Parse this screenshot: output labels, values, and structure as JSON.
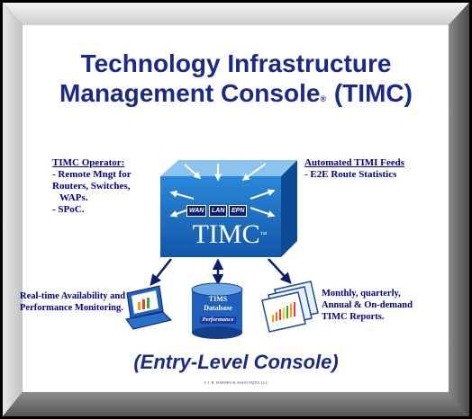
{
  "title": {
    "line1": "Technology Infrastructure",
    "line2_main": "Management Console",
    "line2_mark": "®",
    "line2_abbr": " (TIMC)"
  },
  "operator": {
    "heading": "TIMC Operator:",
    "items": [
      "- Remote Mngt for",
      "Routers, Switches,",
      "WAPs.",
      "- SPoC."
    ]
  },
  "feeds": {
    "heading": "Automated TIMI Feeds",
    "items": [
      "- E2E Route Statistics"
    ]
  },
  "hub": {
    "label": "TIMC",
    "mark": "™",
    "tags": [
      "WAN",
      "LAN",
      "EPN"
    ]
  },
  "realtime": {
    "line1": "Real-time Availability and",
    "line2": "Performance Monitoring."
  },
  "database": {
    "line1": "TIMS",
    "line2": "Database",
    "perf": "Performance"
  },
  "reports": {
    "line1": "Monthly, quarterly,",
    "line2": "Annual & On-demand",
    "line3": "TIMC  Reports."
  },
  "footer": {
    "subtitle": "(Entry-Level Console)",
    "copyright": "© J. R. BARNES & ASSOCIATES LLC"
  },
  "colors": {
    "title": "#1a2a8a",
    "text": "#000080",
    "hub": "#1f6fc4",
    "frame": "#9a9a9a"
  }
}
